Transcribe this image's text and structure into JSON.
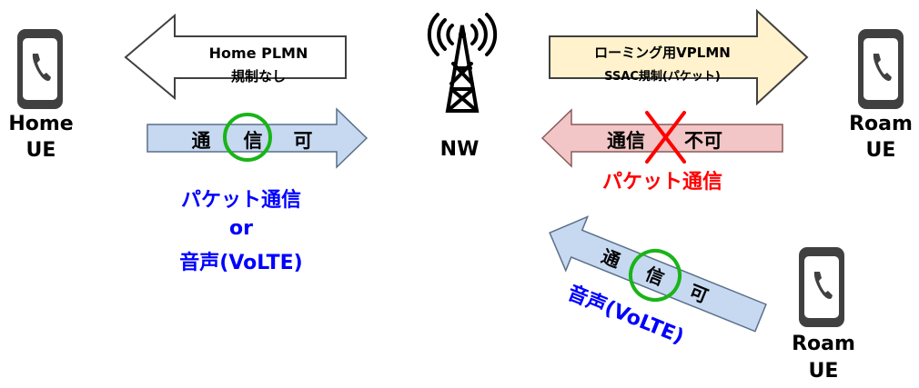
{
  "colors": {
    "black": "#000000",
    "white": "#ffffff",
    "blue_fill": "#c6d9f0",
    "pink_fill": "#f2c6c6",
    "cream_fill": "#fff2cc",
    "green": "#19b419",
    "red": "#ff0000",
    "blue_text": "#0000ff",
    "phone_gray": "#404040"
  },
  "icons": {
    "phone": "phone-icon",
    "tower": "cell-tower-icon",
    "check": "green-circle-icon",
    "cross": "red-x-icon"
  },
  "left_phone": {
    "line1": "Home",
    "line2": "UE"
  },
  "right_phone": {
    "line1": "Roam",
    "line2": "UE"
  },
  "bottom_phone": {
    "line1": "Roam",
    "line2": "UE"
  },
  "tower": {
    "label": "NW"
  },
  "home_arrow": {
    "line1": "Home PLMN",
    "line2": "規制なし"
  },
  "roam_arrow": {
    "line1": "ローミング用VPLMN",
    "line2": "SSAC規制(パケット)"
  },
  "home_comm": {
    "c1": "通",
    "c2": "信",
    "c3": "可"
  },
  "roam_comm": {
    "c1": "通信",
    "c2": "不可"
  },
  "roam_voice_comm": {
    "c1": "通",
    "c2": "信",
    "c3": "可"
  },
  "home_services": {
    "line1": "パケット通信",
    "line2": "or",
    "line3": "音声(VoLTE)"
  },
  "roam_packet_label": "パケット通信",
  "roam_voice_label": "音声(VoLTE)"
}
